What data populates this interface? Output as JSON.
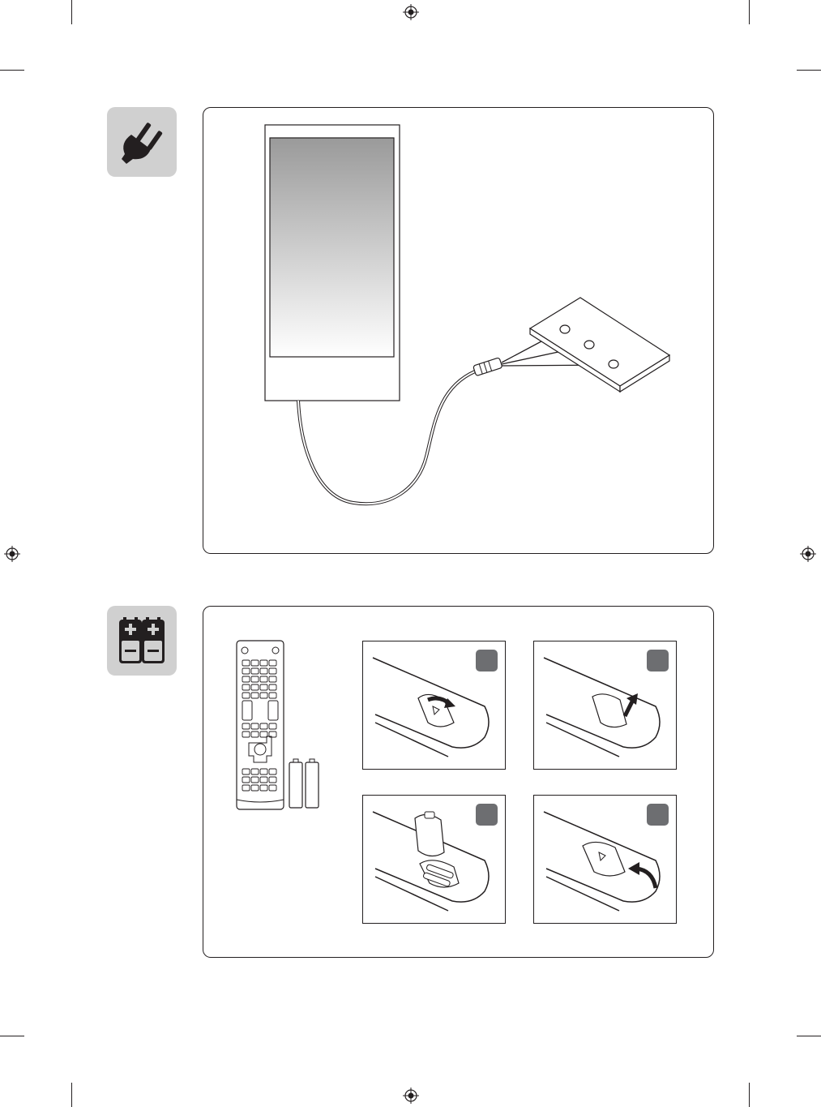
{
  "sections": [
    {
      "icon": "power-plug-icon",
      "illustration": "ir-sensor-connection"
    },
    {
      "icon": "batteries-icon",
      "illustration": "remote-battery-insertion",
      "steps": 4
    }
  ],
  "colors": {
    "tile": "#d0d0d0",
    "ink": "#231f20",
    "badge": "#6d6e71"
  }
}
